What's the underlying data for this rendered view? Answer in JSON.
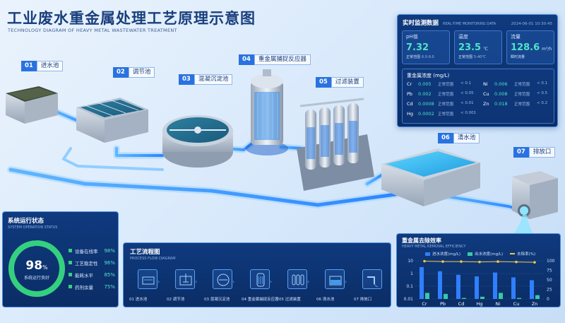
{
  "page": {
    "title": "工业废水重金属处理工艺原理示意图",
    "subtitle": "TECHNOLOGY DIAGRAM OF HEAVY METAL WASTEWATER TREATMENT"
  },
  "stages": [
    {
      "num": "01",
      "label": "进水池"
    },
    {
      "num": "02",
      "label": "调节池"
    },
    {
      "num": "03",
      "label": "混凝沉淀池"
    },
    {
      "num": "04",
      "label": "重金属捕捉反应器"
    },
    {
      "num": "05",
      "label": "过滤装置"
    },
    {
      "num": "06",
      "label": "清水池"
    },
    {
      "num": "07",
      "label": "排放口"
    }
  ],
  "monitor": {
    "title": "实时监测数据",
    "title_en": "REAL-TIME MONITORING DATA",
    "datetime": "2024-06-01  10:30:45",
    "metrics": [
      {
        "label": "pH值",
        "value": "7.32",
        "unit": "",
        "range_label": "正常范围",
        "range": "6.0-9.0"
      },
      {
        "label": "温度",
        "value": "23.5",
        "unit": "℃",
        "range_label": "正常范围",
        "range": "5-40℃"
      },
      {
        "label": "流量",
        "value": "128.6",
        "unit": "m³/h",
        "range_label": "瞬时流量",
        "range": ""
      }
    ],
    "conc_title": "重金属浓度 (mg/L)",
    "concentrations": [
      {
        "element": "Cr",
        "value": "0.005",
        "range_label": "正常范围",
        "limit": "< 0.1"
      },
      {
        "element": "Ni",
        "value": "0.006",
        "range_label": "正常范围",
        "limit": "< 0.1"
      },
      {
        "element": "Pb",
        "value": "0.002",
        "range_label": "正常范围",
        "limit": "< 0.05"
      },
      {
        "element": "Cu",
        "value": "0.008",
        "range_label": "正常范围",
        "limit": "< 0.5"
      },
      {
        "element": "Cd",
        "value": "0.0008",
        "range_label": "正常范围",
        "limit": "< 0.01"
      },
      {
        "element": "Zn",
        "value": "0.018",
        "range_label": "正常范围",
        "limit": "< 0.2"
      },
      {
        "element": "Hg",
        "value": "0.0002",
        "range_label": "正常范围",
        "limit": "< 0.001"
      }
    ]
  },
  "status": {
    "title": "系统运行状态",
    "title_en": "SYSTEM OPERATION STATUS",
    "overall_value": "98",
    "overall_unit": "%",
    "overall_fraction": 0.98,
    "overall_label": "系统运行良好",
    "items": [
      {
        "name": "设备在线率",
        "value": "98%"
      },
      {
        "name": "工艺稳定性",
        "value": "96%"
      },
      {
        "name": "能耗水平",
        "value": "85%"
      },
      {
        "name": "药剂余量",
        "value": "75%"
      }
    ]
  },
  "flow": {
    "title": "工艺流程图",
    "title_en": "PROCESS FLOW DIAGRAM",
    "steps": [
      "01  进水池",
      "02  调节池",
      "03  混凝沉淀池",
      "04  重金属捕捉反应器",
      "05  过滤装置",
      "06  清水池",
      "07  排放口"
    ]
  },
  "efficiency": {
    "title": "重金属去除效率",
    "title_en": "HEAVY METAL REMOVAL EFFICIENCY",
    "legend": [
      "进水浓度(mg/L)",
      "出水浓度(mg/L)",
      "去除率(%)"
    ]
  },
  "colors": {
    "accent": "#2a72e0",
    "value_green": "#4fe3c8",
    "inlet_bar": "#2f7fff",
    "outlet_bar": "#38c9a6",
    "rate_line": "#f5c542",
    "status_ok": "#35d07f"
  },
  "chart_data": {
    "type": "bar",
    "categories": [
      "Cr",
      "Pb",
      "Cd",
      "Hg",
      "Ni",
      "Cu",
      "Zn"
    ],
    "series": [
      {
        "name": "进水浓度(mg/L)",
        "values": [
          3.2,
          1.5,
          0.8,
          0.6,
          1.2,
          0.5,
          0.3
        ],
        "axis": "left"
      },
      {
        "name": "出水浓度(mg/L)",
        "values": [
          0.03,
          0.025,
          0.012,
          0.015,
          0.03,
          0.012,
          0.02
        ],
        "axis": "left"
      },
      {
        "name": "去除率(%)",
        "values": [
          99,
          98,
          98,
          97,
          98,
          97,
          96
        ],
        "axis": "right",
        "type": "line"
      }
    ],
    "yscale_left": "log",
    "yticks_left": [
      "10",
      "1",
      "0.1",
      "0.01"
    ],
    "ylim_left": [
      0.01,
      10
    ],
    "yticks_right": [
      "100",
      "75",
      "50",
      "25",
      "0"
    ],
    "ylim_right": [
      0,
      100
    ],
    "legend_position": "top"
  }
}
